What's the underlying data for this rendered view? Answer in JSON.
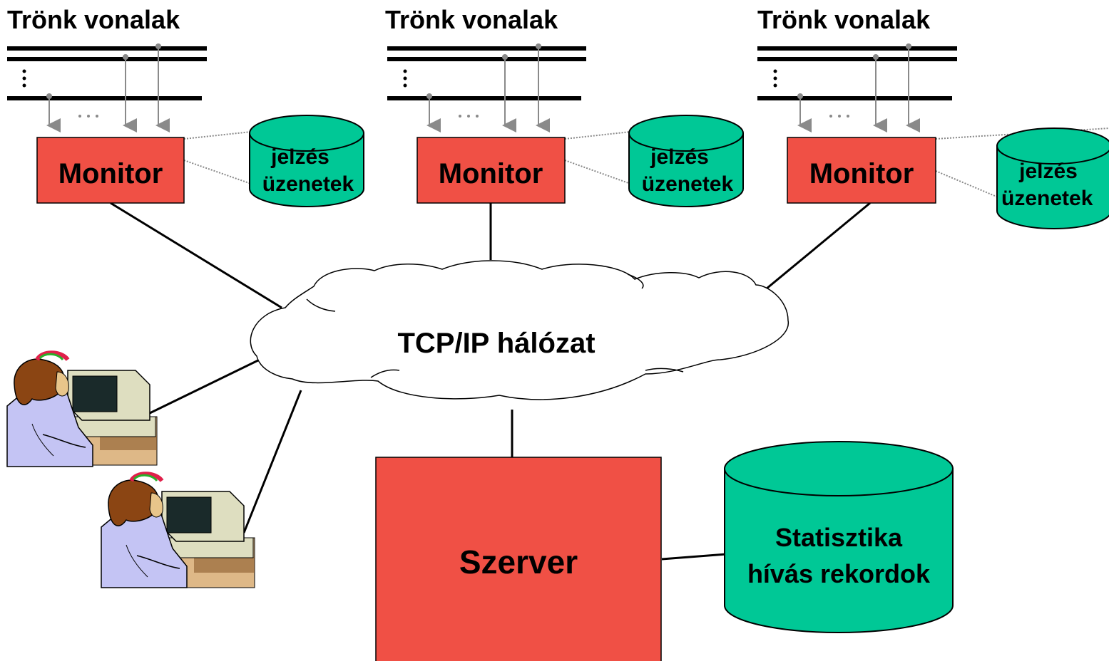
{
  "trunks": [
    {
      "title": "Trönk vonalak"
    },
    {
      "title": "Trönk vonalak"
    },
    {
      "title": "Trönk vonalak"
    }
  ],
  "monitors": [
    {
      "label": "Monitor",
      "db_line1": "jelzés",
      "db_line2": "üzenetek"
    },
    {
      "label": "Monitor",
      "db_line1": "jelzés",
      "db_line2": "üzenetek"
    },
    {
      "label": "Monitor",
      "db_line1": "jelzés",
      "db_line2": "üzenetek"
    }
  ],
  "network": {
    "label": "TCP/IP hálózat"
  },
  "server": {
    "label": "Szerver"
  },
  "storage": {
    "line1": "Statisztika",
    "line2": "hívás rekordok"
  },
  "colors": {
    "box": "#f05045",
    "database": "#00c896",
    "cloud": "#ffffff"
  },
  "icons": [
    "operator-workstation-icon",
    "operator-workstation-icon"
  ]
}
